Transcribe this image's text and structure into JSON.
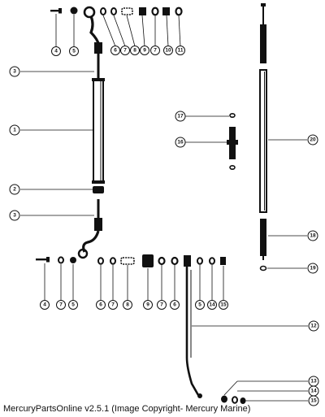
{
  "caption": "MercuryPartsOnline v2.5.1 (Image Copyright- Mercury Marine)",
  "callouts": {
    "c_top_4": "4",
    "c_top_5": "5",
    "c_top_6": "6",
    "c_top_7": "7",
    "c_top_8": "8",
    "c_top_9": "9",
    "c_top_7b": "7",
    "c_top_10": "10",
    "c_top_11": "11",
    "c_left_3a": "3",
    "c_left_1": "1",
    "c_left_2": "2",
    "c_left_3b": "3",
    "c_bot_4": "4",
    "c_bot_7": "7",
    "c_bot_5": "5",
    "c_bot_6": "6",
    "c_bot_7b": "7",
    "c_bot_8": "8",
    "c_bot_9": "9",
    "c_bot_7c": "7",
    "c_bot_6b": "6",
    "c_bot_5b": "5",
    "c_bot_14": "14",
    "c_bot_15": "15",
    "c_12": "12",
    "c_13": "13",
    "c_14": "14",
    "c_15": "15",
    "c_17": "17",
    "c_16": "16",
    "c_20": "20",
    "c_18": "18",
    "c_19": "19"
  }
}
